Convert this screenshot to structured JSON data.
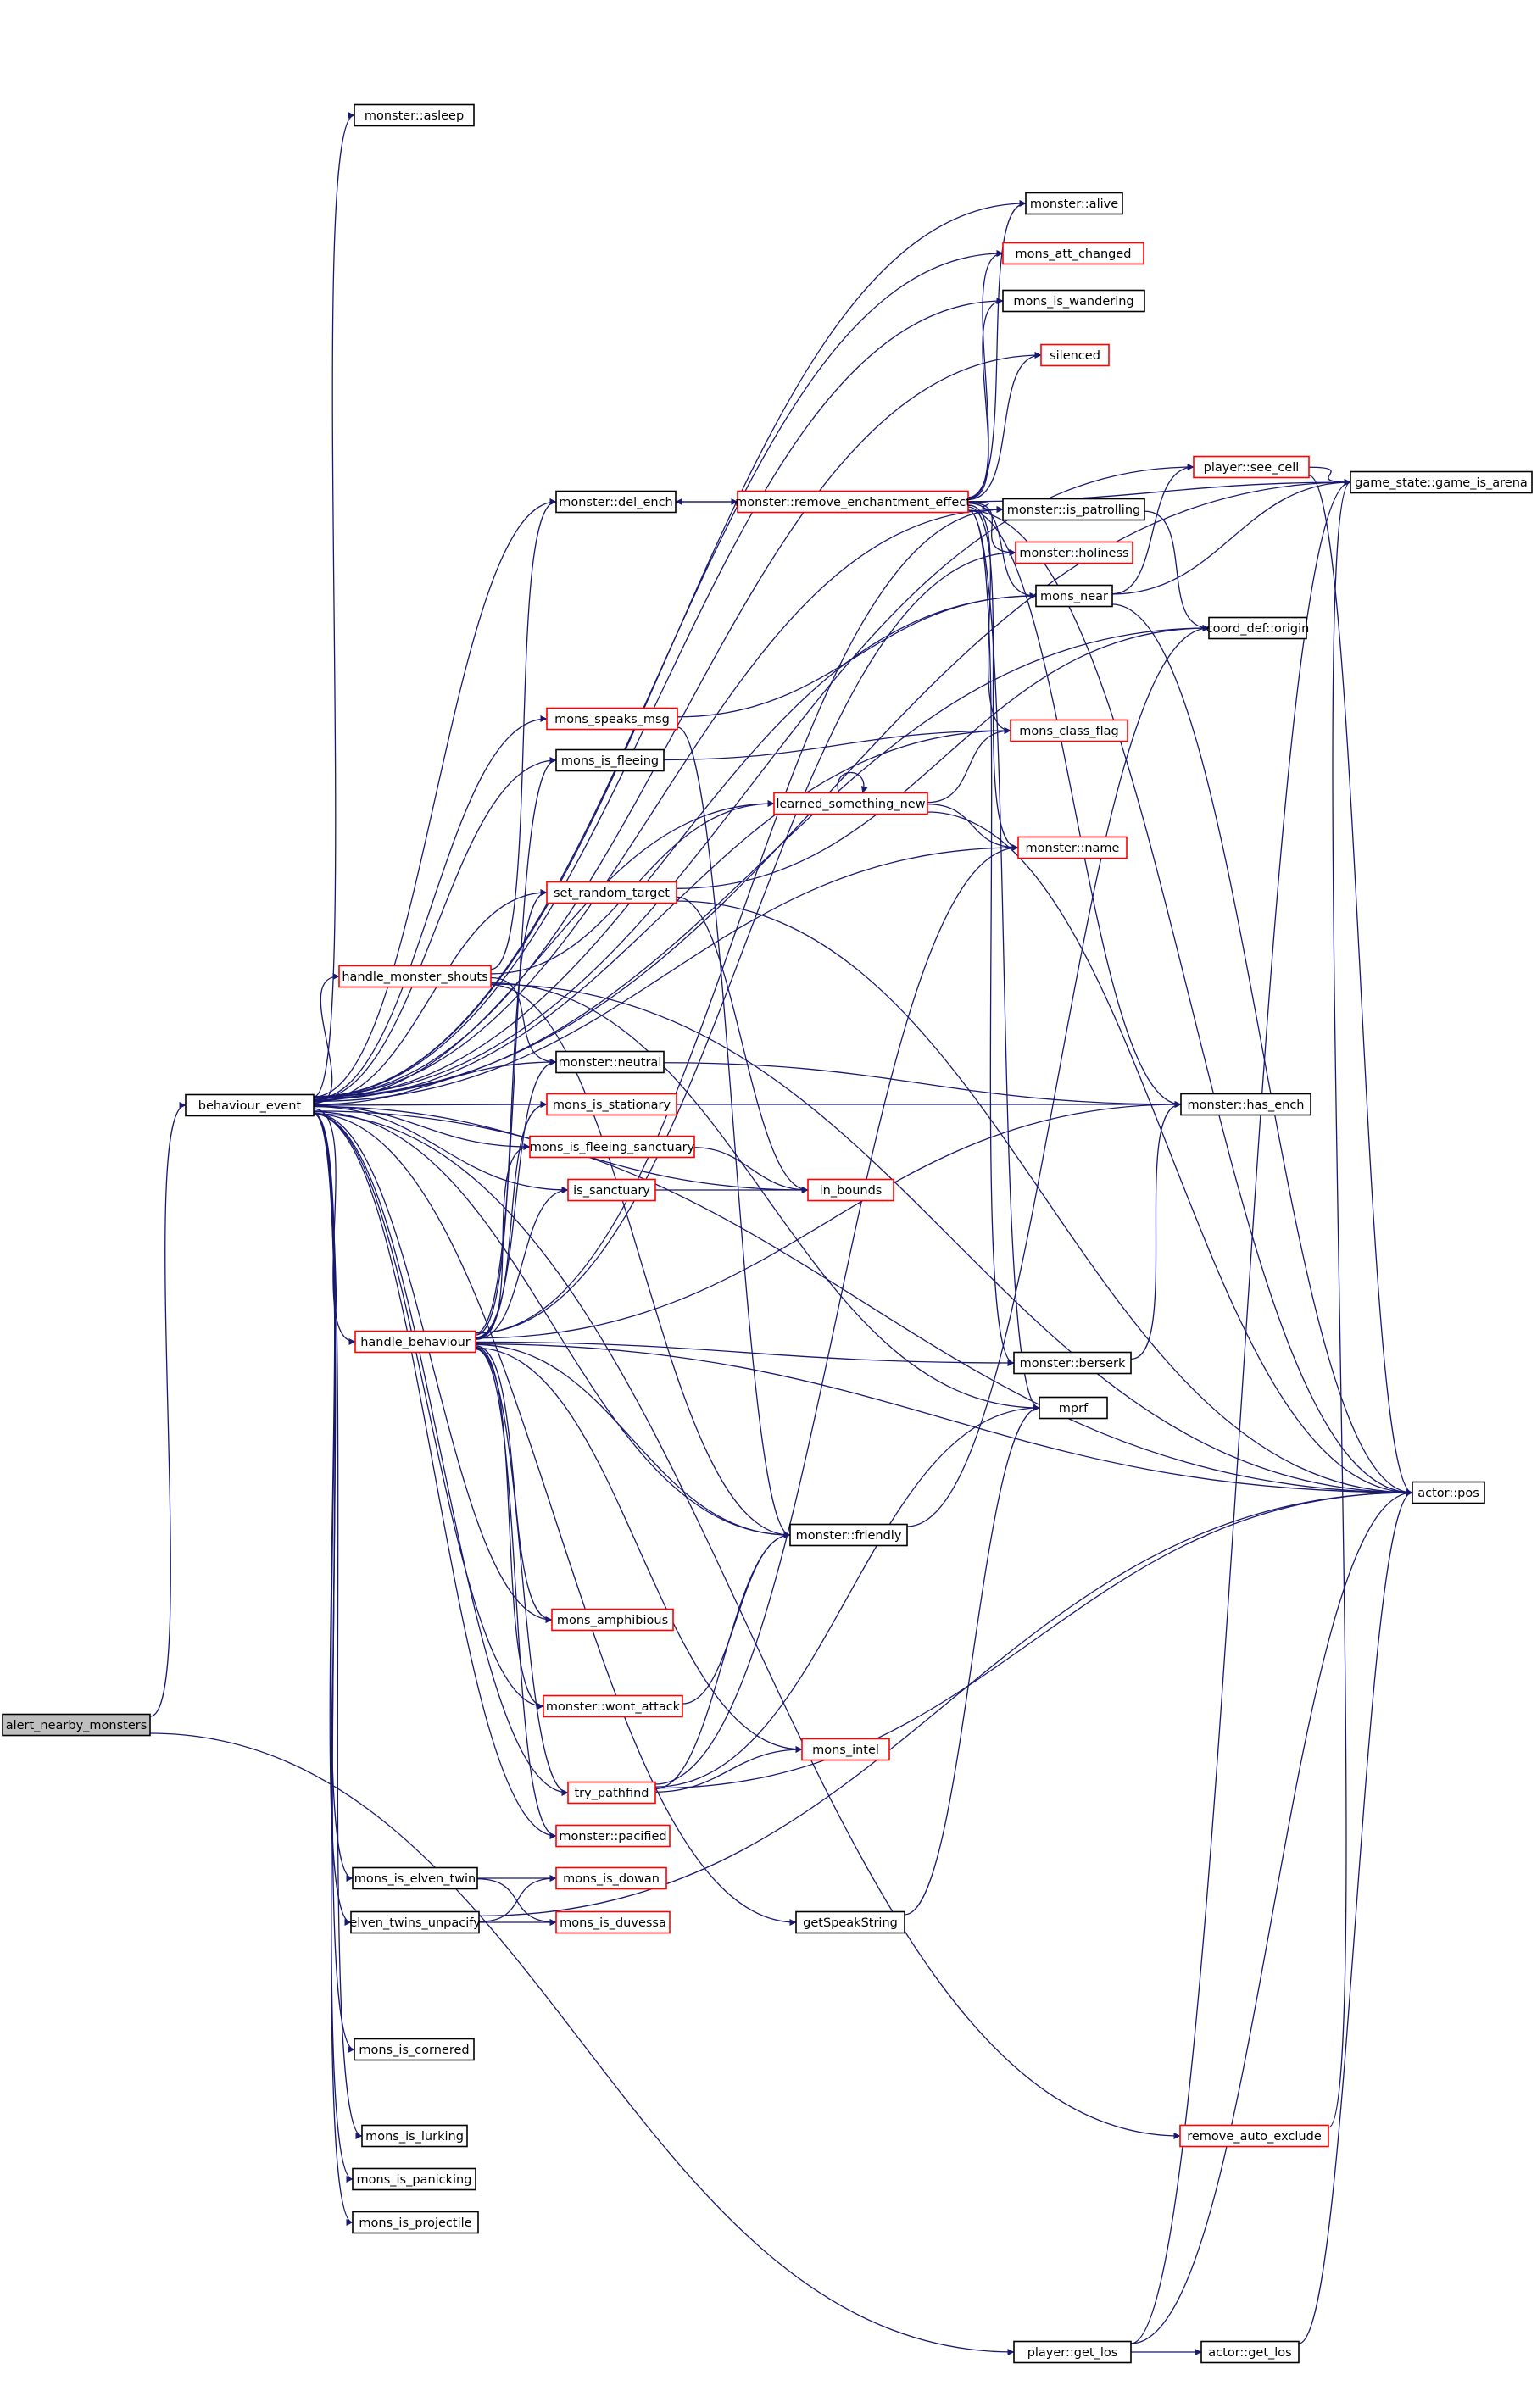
{
  "colors": {
    "edge": "#191970",
    "root_fill": "#bfbfbf",
    "box_black": "#000000",
    "box_red": "#ff0000",
    "background": "#ffffff"
  },
  "nodes": [
    {
      "id": "alert",
      "label": "alert_nearby_monsters",
      "style": "root"
    },
    {
      "id": "behaviour",
      "label": "behaviour_event",
      "style": "black"
    },
    {
      "id": "asleep",
      "label": "monster::asleep",
      "style": "black"
    },
    {
      "id": "alive",
      "label": "monster::alive",
      "style": "black"
    },
    {
      "id": "attchanged",
      "label": "mons_att_changed",
      "style": "red"
    },
    {
      "id": "wandering",
      "label": "mons_is_wandering",
      "style": "black"
    },
    {
      "id": "silenced",
      "label": "silenced",
      "style": "red"
    },
    {
      "id": "seecell",
      "label": "player::see_cell",
      "style": "red"
    },
    {
      "id": "gamearena",
      "label": "game_state::game_is_arena",
      "style": "black"
    },
    {
      "id": "delench",
      "label": "monster::del_ench",
      "style": "black"
    },
    {
      "id": "removeench",
      "label": "monster::remove_enchantment_effect",
      "style": "red"
    },
    {
      "id": "patrolling",
      "label": "monster::is_patrolling",
      "style": "black"
    },
    {
      "id": "holiness",
      "label": "monster::holiness",
      "style": "red"
    },
    {
      "id": "near",
      "label": "mons_near",
      "style": "black"
    },
    {
      "id": "origin",
      "label": "coord_def::origin",
      "style": "black"
    },
    {
      "id": "speaks",
      "label": "mons_speaks_msg",
      "style": "red"
    },
    {
      "id": "classflag",
      "label": "mons_class_flag",
      "style": "red"
    },
    {
      "id": "fleeing",
      "label": "mons_is_fleeing",
      "style": "black"
    },
    {
      "id": "learned",
      "label": "learned_something_new",
      "style": "red"
    },
    {
      "id": "name",
      "label": "monster::name",
      "style": "red"
    },
    {
      "id": "randtarget",
      "label": "set_random_target",
      "style": "red"
    },
    {
      "id": "shouts",
      "label": "handle_monster_shouts",
      "style": "red"
    },
    {
      "id": "neutral",
      "label": "monster::neutral",
      "style": "black"
    },
    {
      "id": "hasench",
      "label": "monster::has_ench",
      "style": "black"
    },
    {
      "id": "stationary",
      "label": "mons_is_stationary",
      "style": "red"
    },
    {
      "id": "fleesanct",
      "label": "mons_is_fleeing_sanctuary",
      "style": "red"
    },
    {
      "id": "sanctuary",
      "label": "is_sanctuary",
      "style": "red"
    },
    {
      "id": "inbounds",
      "label": "in_bounds",
      "style": "red"
    },
    {
      "id": "handlebeh",
      "label": "handle_behaviour",
      "style": "red"
    },
    {
      "id": "berserk",
      "label": "monster::berserk",
      "style": "black"
    },
    {
      "id": "mprf",
      "label": "mprf",
      "style": "black"
    },
    {
      "id": "actorpos",
      "label": "actor::pos",
      "style": "black"
    },
    {
      "id": "friendly",
      "label": "monster::friendly",
      "style": "black"
    },
    {
      "id": "amphibious",
      "label": "mons_amphibious",
      "style": "red"
    },
    {
      "id": "wontattack",
      "label": "monster::wont_attack",
      "style": "red"
    },
    {
      "id": "intel",
      "label": "mons_intel",
      "style": "red"
    },
    {
      "id": "pathfind",
      "label": "try_pathfind",
      "style": "red"
    },
    {
      "id": "pacified",
      "label": "monster::pacified",
      "style": "red"
    },
    {
      "id": "elventwin",
      "label": "mons_is_elven_twin",
      "style": "black"
    },
    {
      "id": "dowan",
      "label": "mons_is_dowan",
      "style": "red"
    },
    {
      "id": "unpacify",
      "label": "elven_twins_unpacify",
      "style": "black"
    },
    {
      "id": "duvessa",
      "label": "mons_is_duvessa",
      "style": "red"
    },
    {
      "id": "speakstring",
      "label": "getSpeakString",
      "style": "black"
    },
    {
      "id": "cornered",
      "label": "mons_is_cornered",
      "style": "black"
    },
    {
      "id": "lurking",
      "label": "mons_is_lurking",
      "style": "black"
    },
    {
      "id": "autoexclude",
      "label": "remove_auto_exclude",
      "style": "red"
    },
    {
      "id": "panicking",
      "label": "mons_is_panicking",
      "style": "black"
    },
    {
      "id": "projectile",
      "label": "mons_is_projectile",
      "style": "black"
    },
    {
      "id": "playerlos",
      "label": "player::get_los",
      "style": "black"
    },
    {
      "id": "actorlos",
      "label": "actor::get_los",
      "style": "black"
    }
  ],
  "edges": [
    [
      "alert",
      "behaviour"
    ],
    [
      "alert",
      "playerlos"
    ],
    [
      "behaviour",
      "asleep"
    ],
    [
      "behaviour",
      "alive"
    ],
    [
      "behaviour",
      "attchanged"
    ],
    [
      "behaviour",
      "wandering"
    ],
    [
      "behaviour",
      "silenced"
    ],
    [
      "behaviour",
      "seecell"
    ],
    [
      "behaviour",
      "gamearena"
    ],
    [
      "behaviour",
      "delench"
    ],
    [
      "behaviour",
      "patrolling"
    ],
    [
      "behaviour",
      "near"
    ],
    [
      "behaviour",
      "origin"
    ],
    [
      "behaviour",
      "speaks"
    ],
    [
      "behaviour",
      "classflag"
    ],
    [
      "behaviour",
      "fleeing"
    ],
    [
      "behaviour",
      "learned"
    ],
    [
      "behaviour",
      "name"
    ],
    [
      "behaviour",
      "randtarget"
    ],
    [
      "behaviour",
      "shouts"
    ],
    [
      "behaviour",
      "neutral"
    ],
    [
      "behaviour",
      "stationary"
    ],
    [
      "behaviour",
      "fleesanct"
    ],
    [
      "behaviour",
      "sanctuary"
    ],
    [
      "behaviour",
      "handlebeh"
    ],
    [
      "behaviour",
      "friendly"
    ],
    [
      "behaviour",
      "amphibious"
    ],
    [
      "behaviour",
      "wontattack"
    ],
    [
      "behaviour",
      "pathfind"
    ],
    [
      "behaviour",
      "pacified"
    ],
    [
      "behaviour",
      "elventwin"
    ],
    [
      "behaviour",
      "unpacify"
    ],
    [
      "behaviour",
      "cornered"
    ],
    [
      "behaviour",
      "lurking"
    ],
    [
      "behaviour",
      "panicking"
    ],
    [
      "behaviour",
      "projectile"
    ],
    [
      "behaviour",
      "autoexclude"
    ],
    [
      "behaviour",
      "inbounds"
    ],
    [
      "behaviour",
      "speakstring"
    ],
    [
      "behaviour",
      "actorpos"
    ],
    [
      "removeench",
      "delench"
    ],
    [
      "removeench",
      "alive"
    ],
    [
      "removeench",
      "attchanged"
    ],
    [
      "removeench",
      "wandering"
    ],
    [
      "removeench",
      "silenced"
    ],
    [
      "removeench",
      "gamearena"
    ],
    [
      "removeench",
      "patrolling"
    ],
    [
      "removeench",
      "holiness"
    ],
    [
      "removeench",
      "near"
    ],
    [
      "removeench",
      "classflag"
    ],
    [
      "removeench",
      "name"
    ],
    [
      "removeench",
      "hasench"
    ],
    [
      "removeench",
      "berserk"
    ],
    [
      "removeench",
      "mprf"
    ],
    [
      "removeench",
      "actorpos"
    ],
    [
      "delench",
      "removeench"
    ],
    [
      "seecell",
      "gamearena"
    ],
    [
      "seecell",
      "actorpos"
    ],
    [
      "patrolling",
      "origin"
    ],
    [
      "near",
      "seecell"
    ],
    [
      "near",
      "gamearena"
    ],
    [
      "near",
      "actorpos"
    ],
    [
      "speaks",
      "near"
    ],
    [
      "speaks",
      "friendly"
    ],
    [
      "fleeing",
      "classflag"
    ],
    [
      "learned",
      "learned"
    ],
    [
      "learned",
      "classflag"
    ],
    [
      "learned",
      "name"
    ],
    [
      "learned",
      "actorpos"
    ],
    [
      "randtarget",
      "origin"
    ],
    [
      "randtarget",
      "inbounds"
    ],
    [
      "randtarget",
      "actorpos"
    ],
    [
      "shouts",
      "delench"
    ],
    [
      "shouts",
      "learned"
    ],
    [
      "shouts",
      "neutral"
    ],
    [
      "shouts",
      "mprf"
    ],
    [
      "shouts",
      "friendly"
    ],
    [
      "shouts",
      "actorpos"
    ],
    [
      "neutral",
      "hasench"
    ],
    [
      "stationary",
      "hasench"
    ],
    [
      "fleesanct",
      "inbounds"
    ],
    [
      "sanctuary",
      "inbounds"
    ],
    [
      "handlebeh",
      "fleeing"
    ],
    [
      "handlebeh",
      "randtarget"
    ],
    [
      "handlebeh",
      "neutral"
    ],
    [
      "handlebeh",
      "stationary"
    ],
    [
      "handlebeh",
      "fleesanct"
    ],
    [
      "handlebeh",
      "sanctuary"
    ],
    [
      "handlebeh",
      "patrolling"
    ],
    [
      "handlebeh",
      "holiness"
    ],
    [
      "handlebeh",
      "hasench"
    ],
    [
      "handlebeh",
      "berserk"
    ],
    [
      "handlebeh",
      "actorpos"
    ],
    [
      "handlebeh",
      "friendly"
    ],
    [
      "handlebeh",
      "amphibious"
    ],
    [
      "handlebeh",
      "wontattack"
    ],
    [
      "handlebeh",
      "intel"
    ],
    [
      "handlebeh",
      "pathfind"
    ],
    [
      "handlebeh",
      "pacified"
    ],
    [
      "berserk",
      "hasench"
    ],
    [
      "friendly",
      "origin"
    ],
    [
      "wontattack",
      "friendly"
    ],
    [
      "pathfind",
      "friendly"
    ],
    [
      "pathfind",
      "intel"
    ],
    [
      "pathfind",
      "name"
    ],
    [
      "pathfind",
      "mprf"
    ],
    [
      "pathfind",
      "actorpos"
    ],
    [
      "elventwin",
      "dowan"
    ],
    [
      "elventwin",
      "duvessa"
    ],
    [
      "unpacify",
      "dowan"
    ],
    [
      "unpacify",
      "duvessa"
    ],
    [
      "unpacify",
      "actorpos"
    ],
    [
      "speakstring",
      "mprf"
    ],
    [
      "autoexclude",
      "gamearena"
    ],
    [
      "playerlos",
      "gamearena"
    ],
    [
      "playerlos",
      "actorlos"
    ],
    [
      "playerlos",
      "actorpos"
    ],
    [
      "actorlos",
      "actorpos"
    ]
  ]
}
